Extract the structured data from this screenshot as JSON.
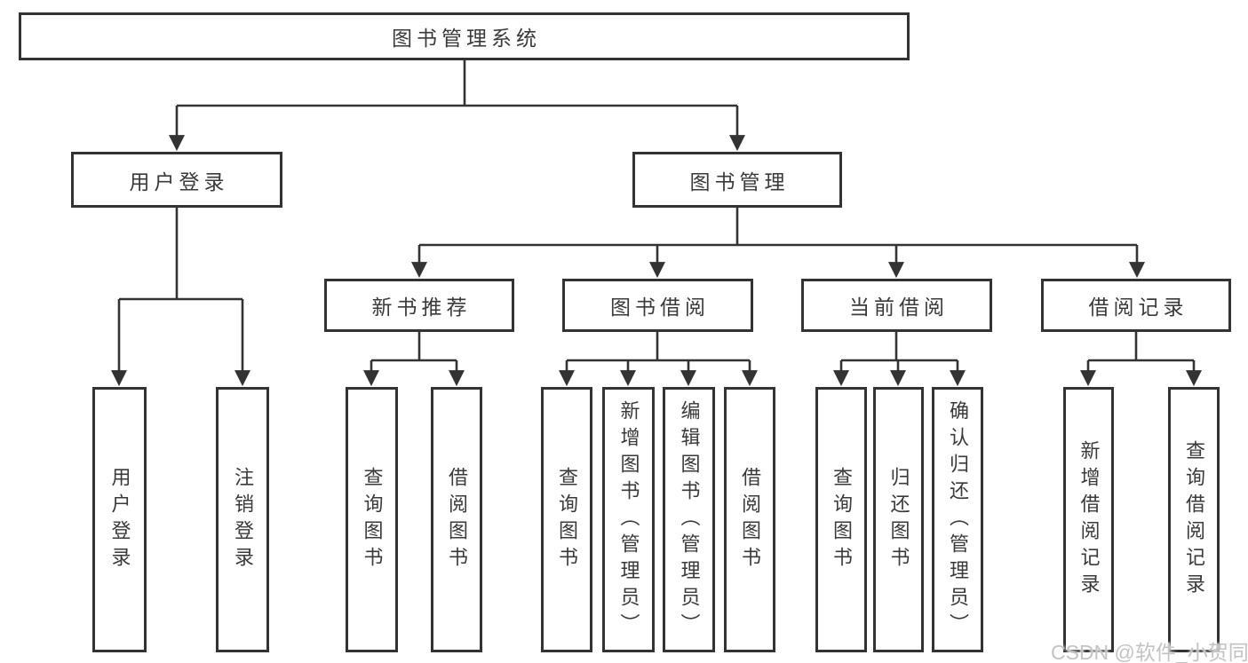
{
  "diagram_title": "图书管理系统",
  "tree": {
    "label": "图书管理系统",
    "children": [
      {
        "label": "用户登录",
        "children": [
          {
            "label": "用户登录"
          },
          {
            "label": "注销登录"
          }
        ]
      },
      {
        "label": "图书管理",
        "children": [
          {
            "label": "新书推荐",
            "children": [
              {
                "label": "查询图书"
              },
              {
                "label": "借阅图书"
              }
            ]
          },
          {
            "label": "图书借阅",
            "children": [
              {
                "label": "查询图书"
              },
              {
                "label": "新增图书（管理员）"
              },
              {
                "label": "编辑图书（管理员）"
              },
              {
                "label": "借阅图书"
              }
            ]
          },
          {
            "label": "当前借阅",
            "children": [
              {
                "label": "查询图书"
              },
              {
                "label": "归还图书"
              },
              {
                "label": "确认归还（管理员）"
              }
            ]
          },
          {
            "label": "借阅记录",
            "children": [
              {
                "label": "新增借阅记录"
              },
              {
                "label": "查询借阅记录"
              }
            ]
          }
        ]
      }
    ]
  },
  "watermark": {
    "text": "CSDN @软件_小贺同学"
  },
  "colors": {
    "line": "#333333",
    "text": "#3a3a3a",
    "background": "#ffffff",
    "watermark": "#c3c3c3"
  }
}
